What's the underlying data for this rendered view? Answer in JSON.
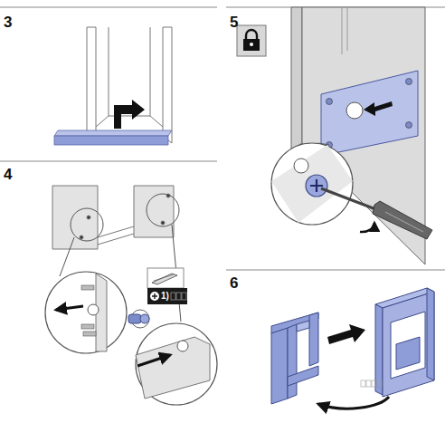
{
  "diagram": {
    "labels": [
      "3",
      "4",
      "5",
      "6",
      "1)"
    ]
  }
}
